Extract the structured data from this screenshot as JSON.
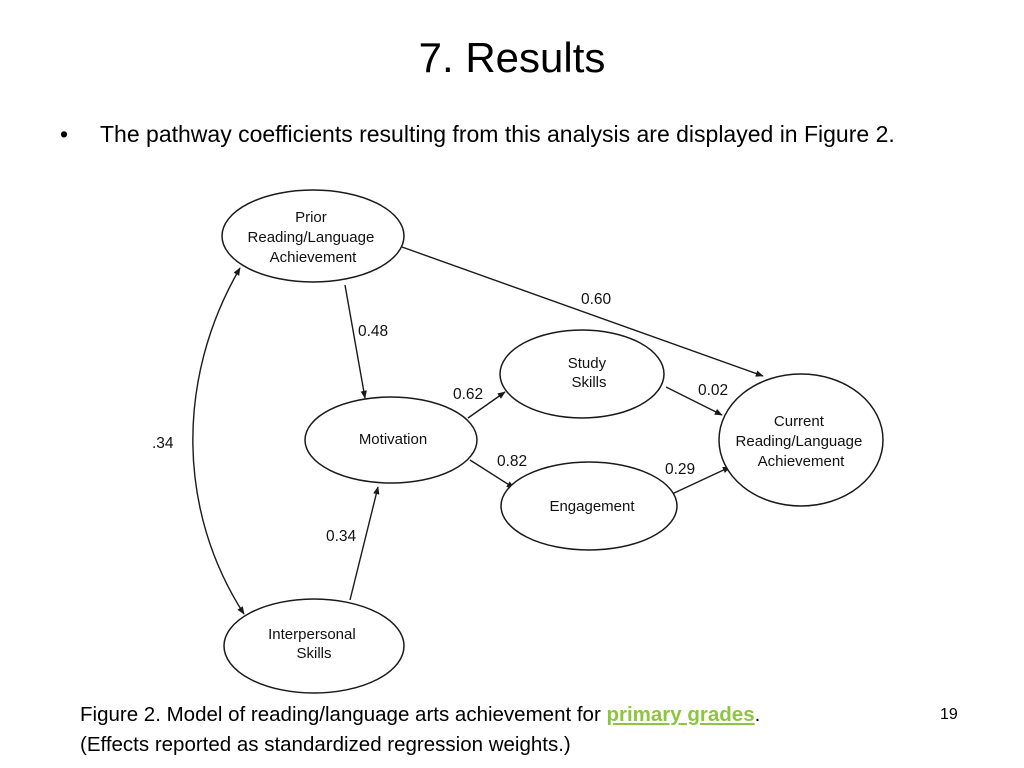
{
  "slide": {
    "title": "7. Results",
    "bullet_marker": "•",
    "bullet_text": "The pathway coefficients resulting from this analysis are displayed in Figure 2.",
    "page_number": "19"
  },
  "figure": {
    "nodes": {
      "prior": [
        "Prior",
        "Reading/Language",
        "Achievement"
      ],
      "motivation": [
        "Motivation"
      ],
      "study": [
        "Study",
        "Skills"
      ],
      "engagement": [
        "Engagement"
      ],
      "current": [
        "Current",
        "Reading/Language",
        "Achievement"
      ],
      "interpersonal": [
        "Interpersonal",
        "Skills"
      ]
    },
    "paths": [
      {
        "from": "Prior Reading/Language Achievement",
        "to": "Current Reading/Language Achievement",
        "coefficient": "0.60"
      },
      {
        "from": "Prior Reading/Language Achievement",
        "to": "Motivation",
        "coefficient": "0.48"
      },
      {
        "from": "Motivation",
        "to": "Study Skills",
        "coefficient": "0.62"
      },
      {
        "from": "Motivation",
        "to": "Engagement",
        "coefficient": "0.82"
      },
      {
        "from": "Study Skills",
        "to": "Current Reading/Language Achievement",
        "coefficient": "0.02"
      },
      {
        "from": "Engagement",
        "to": "Current Reading/Language Achievement",
        "coefficient": "0.29"
      },
      {
        "from": "Interpersonal Skills",
        "to": "Motivation",
        "coefficient": "0.34"
      },
      {
        "from": "Prior Reading/Language Achievement",
        "to": "Interpersonal Skills",
        "coefficient": ".34",
        "bidirectional": true
      }
    ],
    "caption": {
      "prefix": "Figure 2. Model of reading/language arts achievement for ",
      "highlight": "primary grades",
      "suffix": ".",
      "line2": "(Effects reported as standardized regression weights.)",
      "highlight_color": "#8cc63f"
    }
  }
}
